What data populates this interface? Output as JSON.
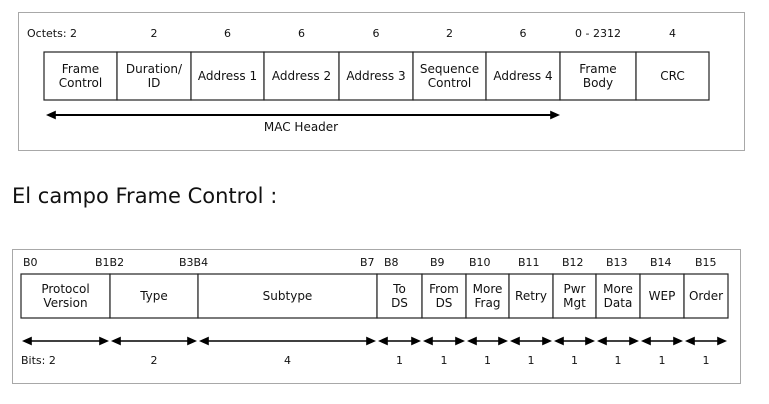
{
  "mac_frame": {
    "octets_label": "Octets: 2",
    "octets": [
      "2",
      "6",
      "6",
      "6",
      "2",
      "6",
      "0 - 2312",
      "4"
    ],
    "fields": [
      [
        "Frame",
        "Control"
      ],
      [
        "Duration/",
        "ID"
      ],
      [
        "Address 1"
      ],
      [
        "Address 2"
      ],
      [
        "Address 3"
      ],
      [
        "Sequence",
        "Control"
      ],
      [
        "Address 4"
      ],
      [
        "Frame",
        "Body"
      ],
      [
        "CRC"
      ]
    ],
    "header_label": "MAC Header"
  },
  "heading": "El campo Frame Control :",
  "frame_control": {
    "bit_labels": [
      "B0",
      "B1B2",
      "B3B4",
      "B7",
      "B8",
      "B9",
      "B10",
      "B11",
      "B12",
      "B13",
      "B14",
      "B15"
    ],
    "fields": [
      [
        "Protocol",
        "Version"
      ],
      [
        "Type"
      ],
      [
        "Subtype"
      ],
      [
        "To",
        "DS"
      ],
      [
        "From",
        "DS"
      ],
      [
        "More",
        "Frag"
      ],
      [
        "Retry"
      ],
      [
        "Pwr",
        "Mgt"
      ],
      [
        "More",
        "Data"
      ],
      [
        "WEP"
      ],
      [
        "Order"
      ]
    ],
    "bits_label": "Bits:  2",
    "bit_counts": [
      "2",
      "4",
      "1",
      "1",
      "1",
      "1",
      "1",
      "1",
      "1",
      "1"
    ]
  }
}
